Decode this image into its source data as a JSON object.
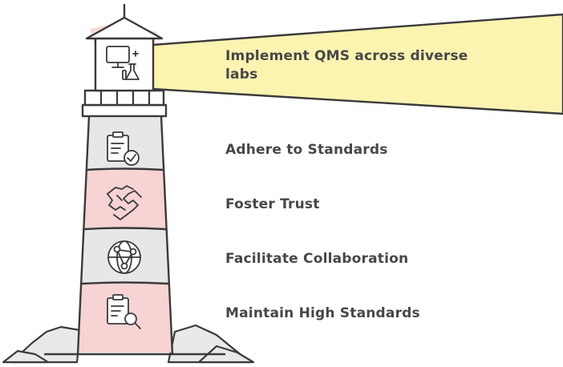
{
  "colors": {
    "beam": "#fbf3b0",
    "stripe_red": "#f7d3d3",
    "stripe_grey": "#e7e7e7",
    "stroke": "#3a3a3a",
    "rock": "#e9e9e9",
    "text": "#474747"
  },
  "steps": [
    {
      "label": "Implement QMS across diverse labs",
      "icon": "computer-flask-icon"
    },
    {
      "label": "Adhere to Standards",
      "icon": "clipboard-check-icon"
    },
    {
      "label": "Foster Trust",
      "icon": "handshake-icon"
    },
    {
      "label": "Facilitate Collaboration",
      "icon": "network-globe-icon"
    },
    {
      "label": "Maintain High Standards",
      "icon": "clipboard-search-icon"
    }
  ]
}
